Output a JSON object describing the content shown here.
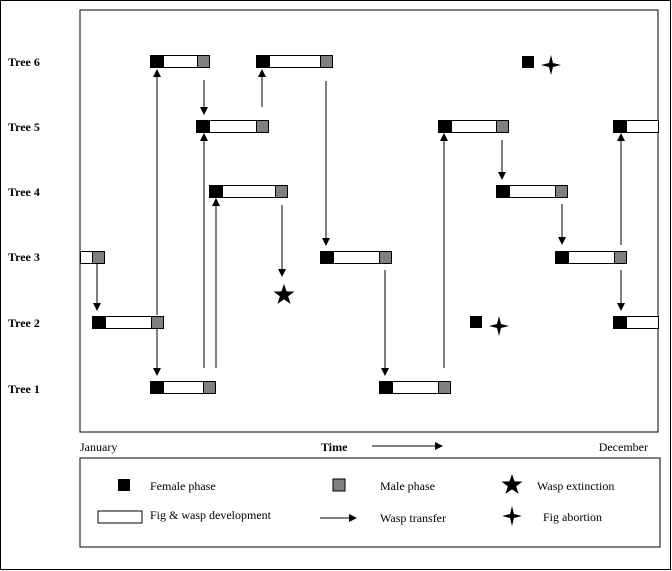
{
  "rows": [
    {
      "id": "tree6",
      "label": "Tree 6"
    },
    {
      "id": "tree5",
      "label": "Tree 5"
    },
    {
      "id": "tree4",
      "label": "Tree 4"
    },
    {
      "id": "tree3",
      "label": "Tree 3"
    },
    {
      "id": "tree2",
      "label": "Tree 2"
    },
    {
      "id": "tree1",
      "label": "Tree 1"
    }
  ],
  "axis": {
    "start_label": "January",
    "end_label": "December",
    "time_label": "Time"
  },
  "legend": {
    "female": "Female phase",
    "male": "Male phase",
    "extinction": "Wasp extinction",
    "development": "Fig & wasp development",
    "transfer": "Wasp transfer",
    "abortion": "Fig abortion"
  },
  "colors": {
    "female": "#000000",
    "male": "#808080",
    "development": "#ffffff",
    "line": "#000000"
  },
  "icons": {
    "female": "black-square",
    "male": "gray-square",
    "extinction": "five-point-star",
    "abortion": "four-point-star",
    "transfer": "arrow-right"
  }
}
